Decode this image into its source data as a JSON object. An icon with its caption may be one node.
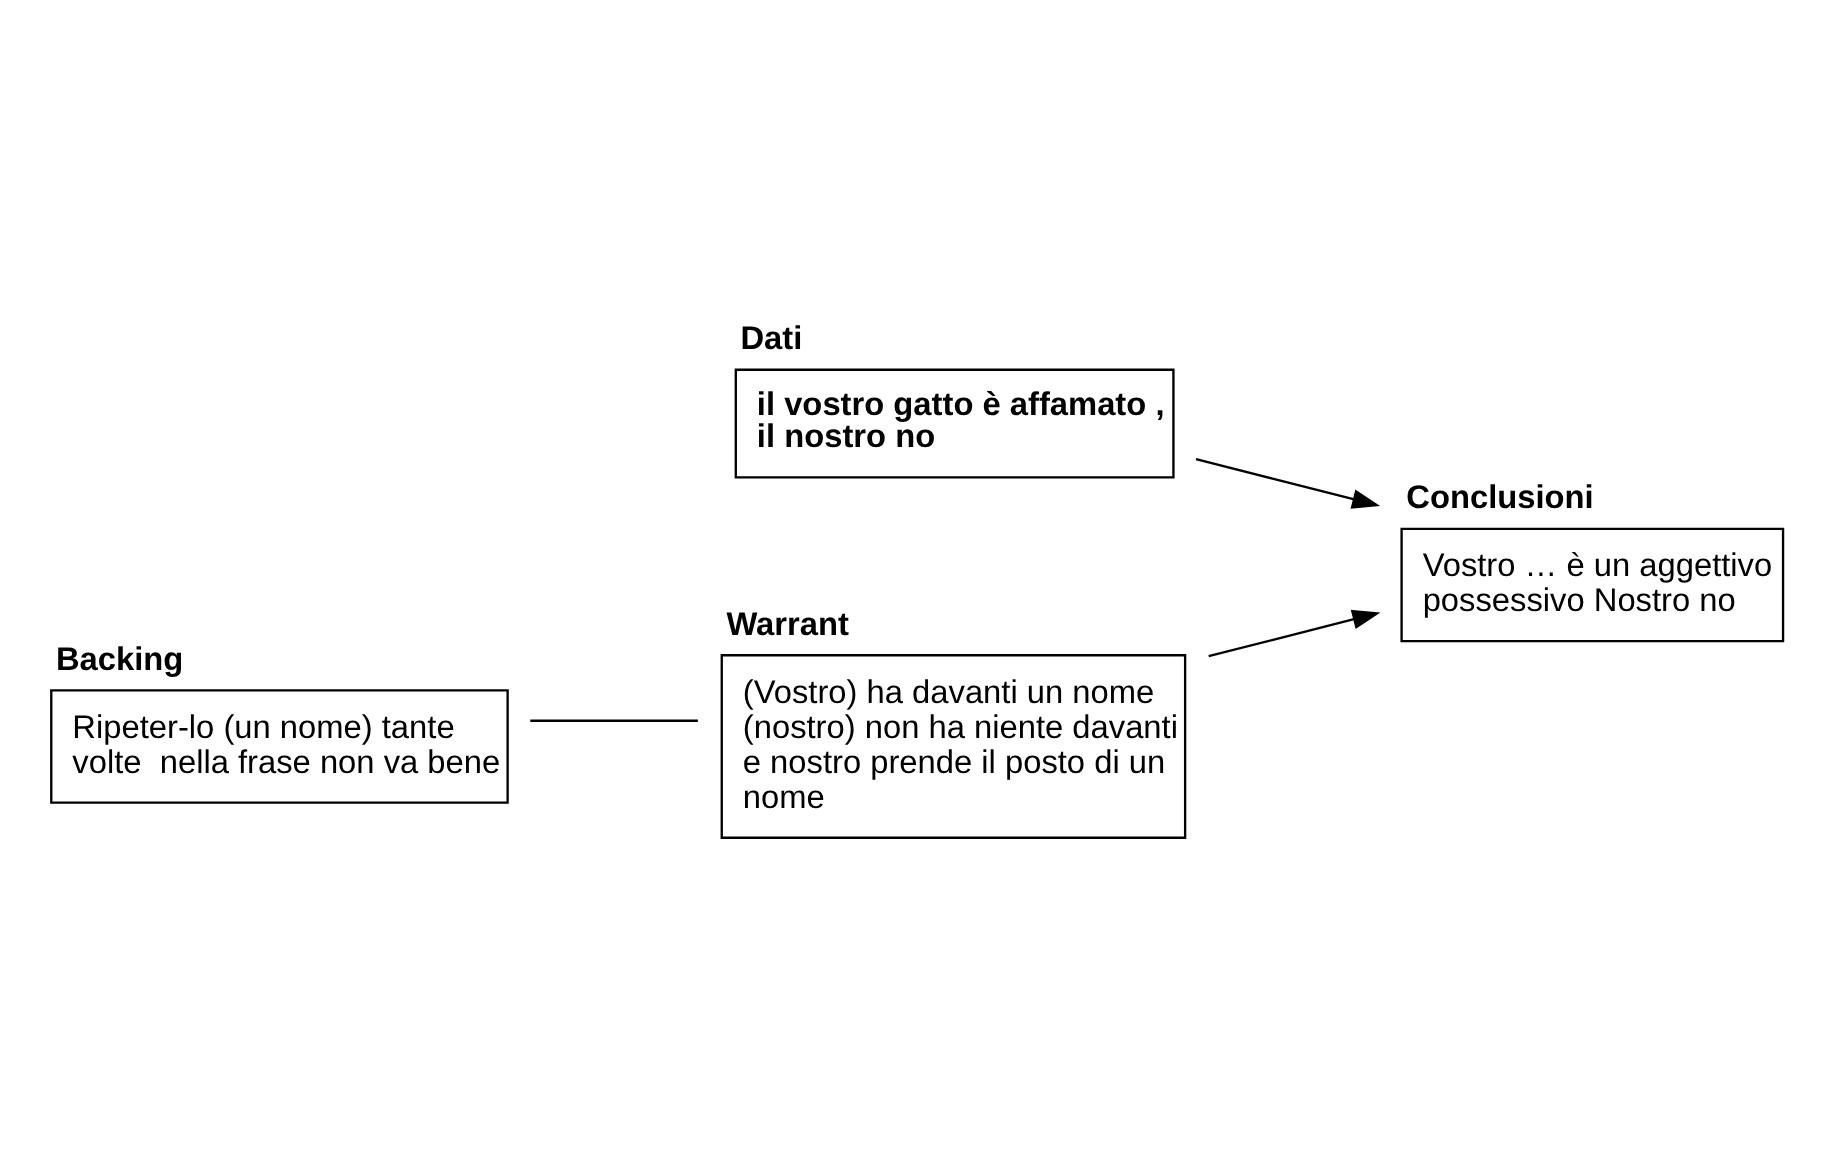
{
  "diagram": {
    "nodes": [
      {
        "text": [
          "Dati",
          "il vostro gatto è affamato , il nostro no"
        ]
      },
      {
        "text": [
          "Conclusioni",
          "Vostro … è un aggettivo possessivo Nostro no"
        ]
      },
      {
        "text": [
          "Backing",
          "Ripeter-lo (un nome) tante volte  nella frase non va bene"
        ]
      },
      {
        "text": [
          "Warrant",
          "(Vostro) ha davanti un nome (nostro) non ha niente davanti e nostro prende il posto di un nome"
        ]
      }
    ],
    "edges": [
      {
        "from": 0,
        "to": 1,
        "arrow": "to"
      },
      {
        "from": 3,
        "to": 1,
        "arrow": "to"
      },
      {
        "from": 2,
        "to": 3,
        "arrow": "none"
      }
    ]
  }
}
